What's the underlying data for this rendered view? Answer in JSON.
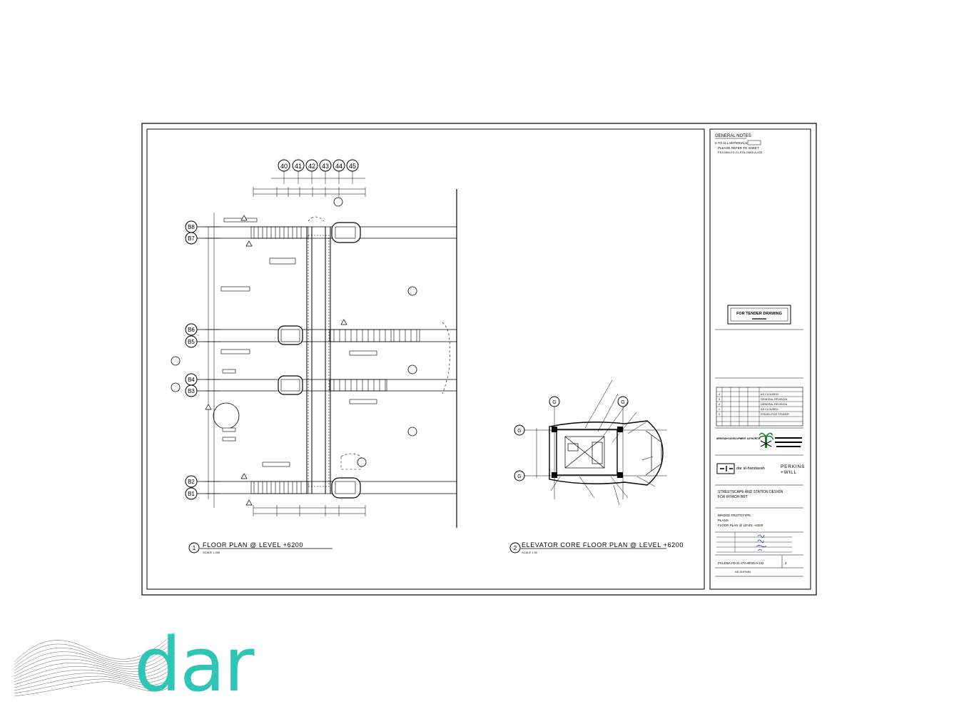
{
  "slide": {
    "brand_word": "dar",
    "accent_color": "#2ec5b4"
  },
  "drawing": {
    "floor_plan": {
      "grid_columns": [
        "40",
        "41",
        "42",
        "43",
        "44",
        "45"
      ],
      "grid_rows": [
        "B8",
        "B7",
        "B6",
        "B5",
        "B4",
        "B3",
        "B2",
        "B1"
      ],
      "callout_number": "1",
      "title": "FLOOR PLAN @ LEVEL +6200",
      "scale": "SCALE 1:200"
    },
    "elevator_plan": {
      "grid_markers": [
        "G",
        "G",
        "G",
        "G"
      ],
      "callout_number": "2",
      "title": "ELEVATOR CORE FLOOR PLAN @ LEVEL +6200",
      "scale": "SCALE 1:50"
    }
  },
  "title_block": {
    "general_notes_heading": "GENERAL NOTES",
    "notes": [
      "1-TO ALL MATERIALS",
      "PLEASE REFER TO SHEET",
      "PS1335A-FD-21-STA-GN00-A-003"
    ],
    "stamp_title": "FOR TENDER DRAWING",
    "revisions": [
      {
        "rev": "4",
        "desc": "AS CLOUDED"
      },
      {
        "rev": "3",
        "desc": "GENERAL REVISION"
      },
      {
        "rev": "2",
        "desc": "GENERAL REVISION"
      },
      {
        "rev": "1",
        "desc": "AS CLOUDED"
      },
      {
        "rev": "0",
        "desc": "ISSUED FOR TENDER"
      }
    ],
    "client": "ARRIYADH DEVELOPMENT AUTHORITY",
    "consultant_1": "dar al-handasah",
    "consultant_2_line1": "PERKINS",
    "consultant_2_line2": "+WILL",
    "project_line1": "STREETSCAPE AND STATION DESIGN",
    "project_line2": "FOR RIYADH BRT",
    "title_line1": "BRIDGE PROTOTYPE",
    "title_line2": "PLANS",
    "title_line3": "FLOOR PLAN @ LEVEL +6200",
    "drawing_number": "PS1335A-FD-21-STA-BR30-A-132",
    "revision": "4",
    "scale_value": "AS SHOWN"
  }
}
